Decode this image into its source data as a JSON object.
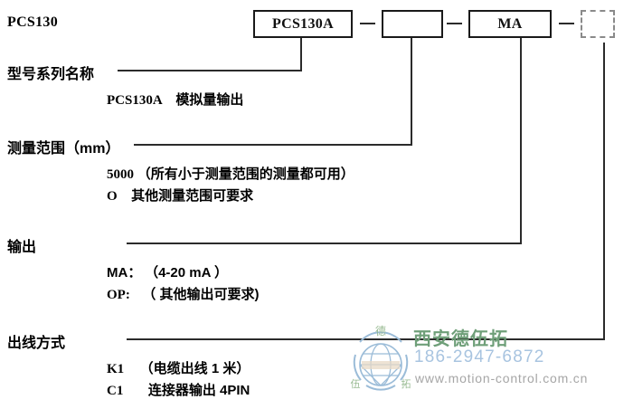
{
  "diagram": {
    "series_title": "PCS130",
    "code_boxes": [
      {
        "name": "model-series",
        "value": "PCS130A",
        "style": "solid"
      },
      {
        "name": "measuring-range",
        "value": "",
        "style": "solid"
      },
      {
        "name": "output",
        "value": "MA",
        "style": "solid"
      },
      {
        "name": "cable-outlet",
        "value": "",
        "style": "dashed"
      }
    ],
    "separator": "—",
    "rows": [
      {
        "label": "型号系列名称",
        "options": [
          {
            "code": "PCS130A",
            "desc": "模拟量输出"
          }
        ]
      },
      {
        "label": "测量范围（mm）",
        "options": [
          {
            "code": "5000",
            "desc": "（所有小于测量范围的测量都可用）"
          },
          {
            "code": "O",
            "desc": "其他测量范围可要求"
          }
        ]
      },
      {
        "label": "输出",
        "options": [
          {
            "code": "MA：",
            "desc": "（4-20 mA ）"
          },
          {
            "code": "OP:",
            "desc": "（ 其他输出可要求)"
          }
        ]
      },
      {
        "label": "出线方式",
        "options": [
          {
            "code": "K1",
            "desc": "（电缆出线 1 米）"
          },
          {
            "code": "C1",
            "desc": "连接器输出 4PIN"
          }
        ]
      }
    ]
  },
  "watermark": {
    "brand": "西安德伍拓",
    "phone": "186-2947-6872",
    "url": "www.motion-control.com.cn",
    "brand_color": "#6f9f79",
    "phone_color": "#a8c4e0",
    "url_color": "#a6a6a6",
    "logo_color": "#9bbcd8"
  }
}
